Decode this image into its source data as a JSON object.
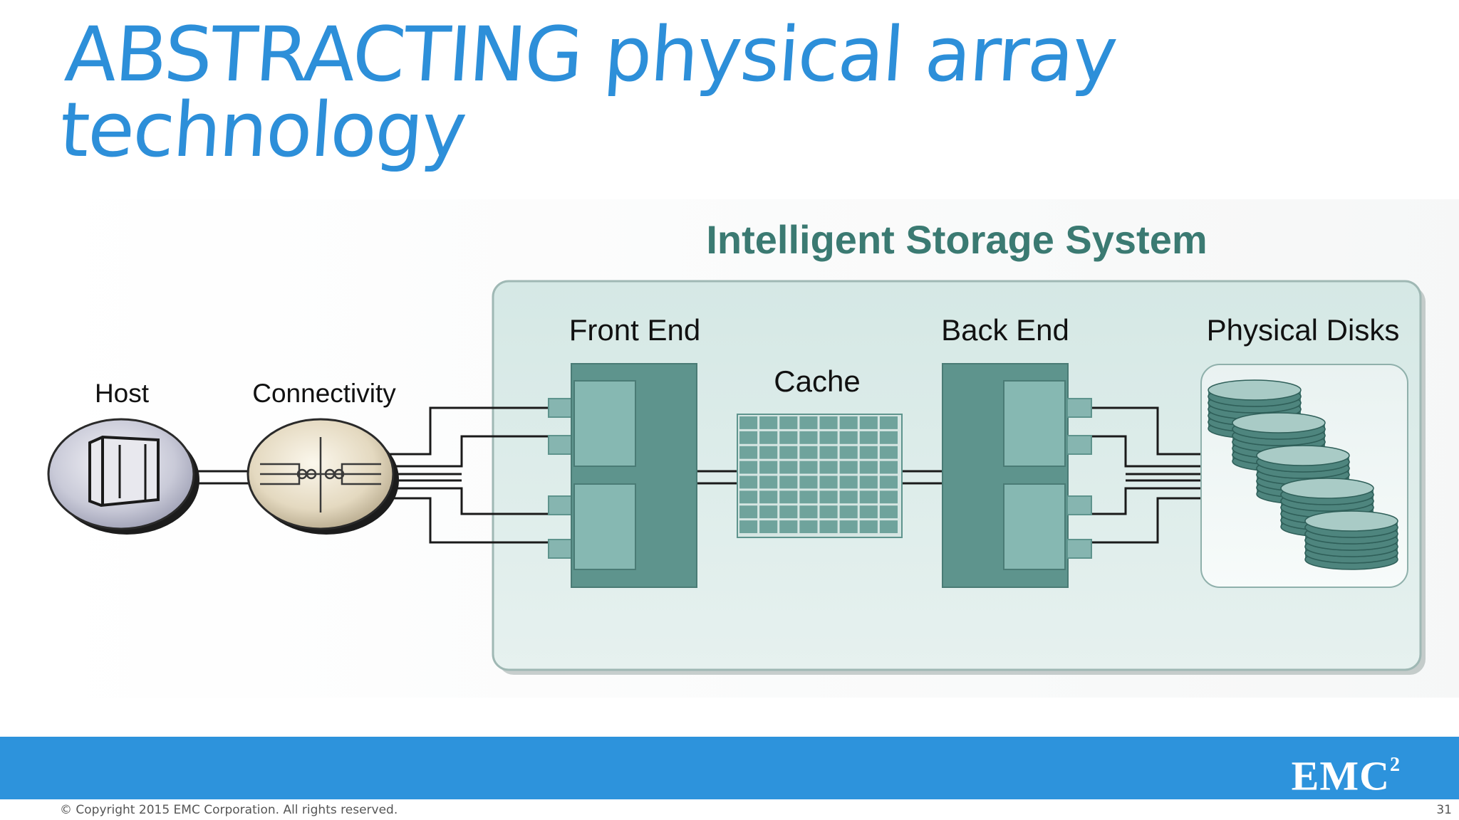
{
  "slide": {
    "title_line1": "ABSTRACTING physical array",
    "title_line2": "technology"
  },
  "diagram": {
    "system_title": "Intelligent Storage System",
    "labels": {
      "host": "Host",
      "connectivity": "Connectivity",
      "front_end": "Front End",
      "cache": "Cache",
      "back_end": "Back End",
      "physical_disks": "Physical Disks"
    }
  },
  "footer": {
    "copyright": "© Copyright 2015 EMC Corporation. All rights reserved.",
    "page_number": "31",
    "logo_text": "EMC",
    "logo_superscript": "2"
  },
  "colors": {
    "title": "#2d8fd9",
    "system_title": "#3b7a72",
    "footer_band": "#2d93dc",
    "system_box": "#dcebe9",
    "component_teal": "#5e948d"
  }
}
